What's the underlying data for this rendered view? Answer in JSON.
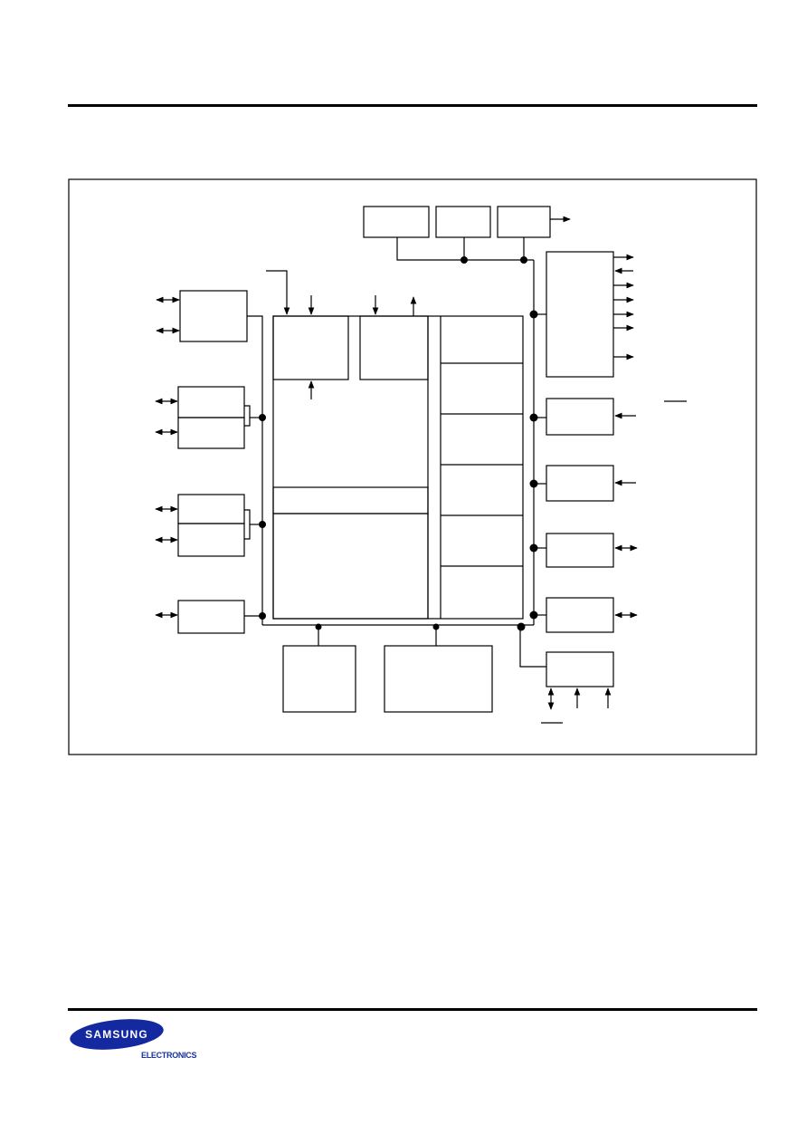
{
  "header": {},
  "diagram": {
    "blocks": [
      "top-block-1",
      "top-block-2",
      "top-block-3",
      "left-block-1",
      "left-block-2a",
      "left-block-2b",
      "left-block-3a",
      "left-block-3b",
      "left-block-4",
      "core-block-1",
      "core-block-2",
      "core-strip",
      "core-lower",
      "register-stack",
      "right-block-1",
      "right-block-2",
      "right-block-3",
      "right-block-4",
      "right-block-5",
      "right-block-6",
      "bottom-block-1",
      "bottom-block-2"
    ]
  },
  "footer": {
    "logo_text": "SAMSUNG",
    "logo_sub": "ELECTRONICS",
    "brand_color": "#1428a0"
  }
}
